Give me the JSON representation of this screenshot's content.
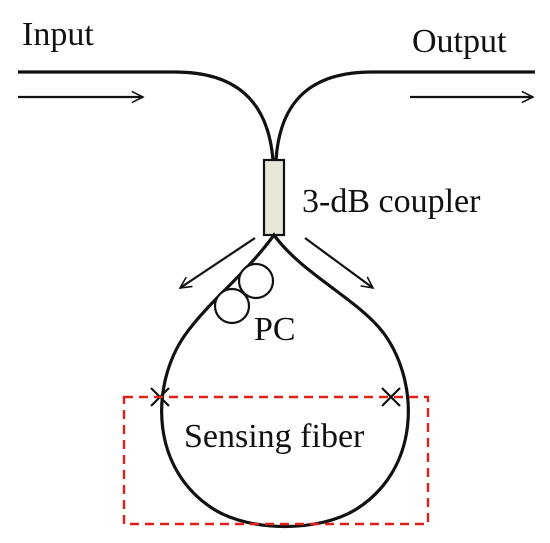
{
  "labels": {
    "input": "Input",
    "output": "Output",
    "coupler": "3-dB coupler",
    "pc": "PC",
    "sensing": "Sensing fiber"
  },
  "colors": {
    "stroke": "#111111",
    "coupler_fill": "#e8e6d4",
    "sensing_box": "#e0211b"
  }
}
